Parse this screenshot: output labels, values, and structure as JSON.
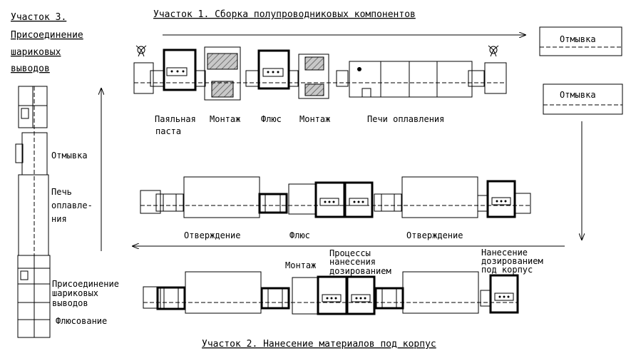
{
  "titles": {
    "section1": "Участок 1. Сборка полупроводниковых компонентов",
    "section2": "Участок 2. Нанесение материалов под корпус",
    "section3_line1": "Участок 3.",
    "section3_line2": "Присоединение",
    "section3_line3": "шариковых",
    "section3_line4": "выводов"
  },
  "section1_labels": {
    "paste_line1": "Паяльная",
    "paste_line2": "паста",
    "mount1": "Монтаж",
    "flux": "Флюс",
    "mount2": "Монтаж",
    "reflow": "Печи оплавления"
  },
  "right_boxes": {
    "wash1": "Отмывка",
    "wash2": "Отмывка"
  },
  "middle_labels": {
    "cure1": "Отверждение",
    "flux": "Флюс",
    "cure2": "Отверждение"
  },
  "section2_labels": {
    "mount": "Монтаж",
    "dispense_line1": "Процессы",
    "dispense_line2": "нанесения",
    "dispense_line3": "дозированием",
    "underfill_line1": "Нанесение",
    "underfill_line2": "дозированием",
    "underfill_line3": "под корпус"
  },
  "section3_labels": {
    "wash": "Отмывка",
    "reflow_line1": "Печь",
    "reflow_line2": "оплавле-",
    "reflow_line3": "ния",
    "ball_line1": "Присоединение",
    "ball_line2": "шариковых",
    "ball_line3": "выводов",
    "fluxing": "Флюсование"
  }
}
